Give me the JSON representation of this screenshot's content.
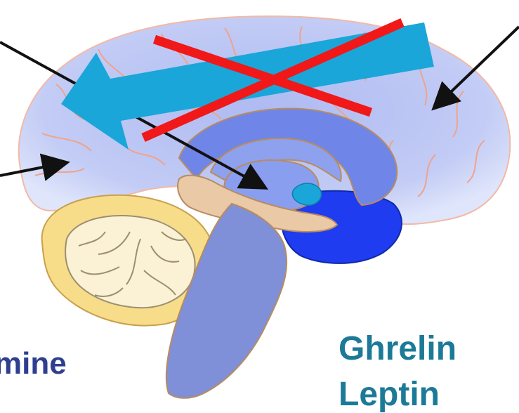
{
  "labels": {
    "dopamine": "mine",
    "ghrelin": "Ghrelin",
    "leptin": "Leptin"
  },
  "colors": {
    "label_dark_blue": "#2e3f8f",
    "label_teal": "#1c7a98",
    "cortex_fill": "#c3ccf5",
    "cortex_vein": "#f0a38a",
    "cerebellum_fill": "#f7dd8a",
    "brainstem_fill": "#7f8fd8",
    "deep_blue": "#1f3cf0",
    "arrow_blue": "#1aa6d8",
    "cross_red": "#f01818",
    "pointer_black": "#111111"
  },
  "icons": {
    "cross": "red-x-cross-icon",
    "big_arrow": "blue-left-arrow-icon"
  }
}
